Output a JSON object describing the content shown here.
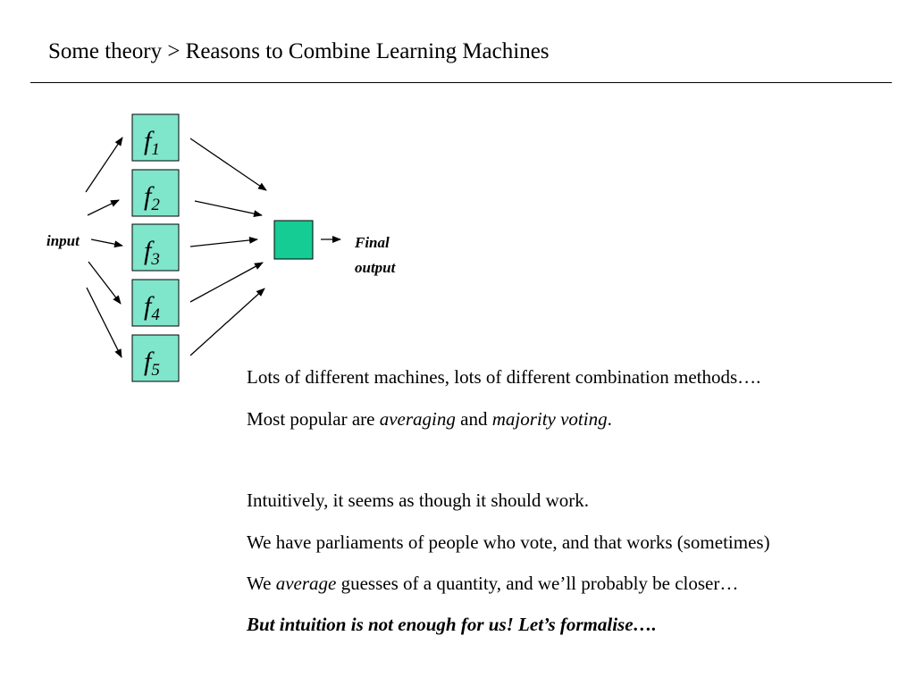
{
  "header": {
    "title": "Some theory > Reasons to Combine Learning Machines"
  },
  "diagram": {
    "input_label": "input",
    "functions": [
      {
        "base": "f",
        "sub": "1"
      },
      {
        "base": "f",
        "sub": "2"
      },
      {
        "base": "f",
        "sub": "3"
      },
      {
        "base": "f",
        "sub": "4"
      },
      {
        "base": "f",
        "sub": "5"
      }
    ],
    "output_label_line1": "Final",
    "output_label_line2": "output",
    "colors": {
      "function_box": "#7fe5cb",
      "combiner_box": "#15cc94"
    }
  },
  "body": {
    "line1": "Lots of different machines, lots of different combination methods….",
    "line2_pre": "Most popular are ",
    "line2_em1": "averaging",
    "line2_mid": " and ",
    "line2_em2": "majority voting",
    "line2_post": ".",
    "line3": "Intuitively, it seems as though it should work.",
    "line4": "We have parliaments of people who vote, and that works (sometimes)",
    "line5_pre": "We ",
    "line5_em": "average",
    "line5_post": " guesses of a quantity, and we’ll probably be closer…",
    "line6": "But intuition is not enough for us!  Let’s formalise…."
  }
}
